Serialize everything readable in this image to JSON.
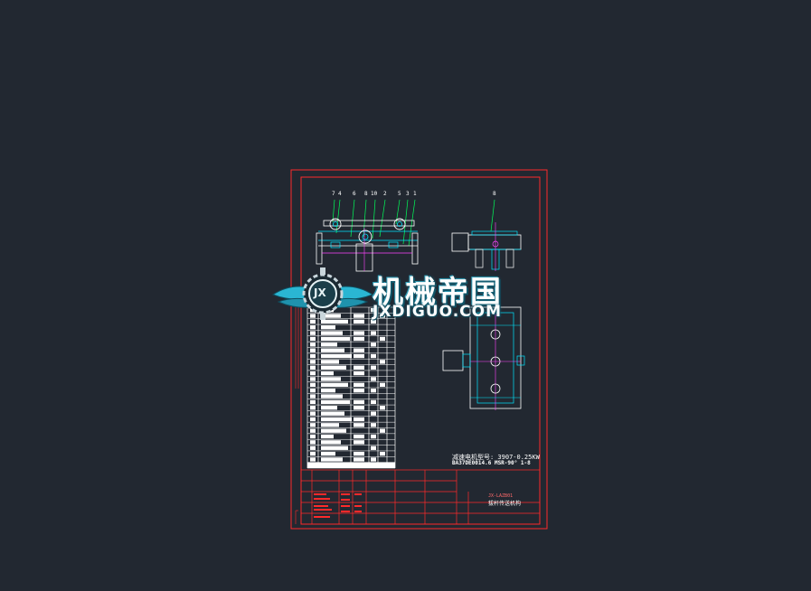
{
  "drawing": {
    "balloons_left": [
      "7",
      "4",
      "6",
      "8",
      "10",
      "2",
      "5",
      "3",
      "1"
    ],
    "balloon_right": "8",
    "note_line1": "减速电机型号: 3907-0.25KW",
    "note_line2": "BA37DE0014.6   MSR-90°  1-8",
    "title_block_name": "拔杆传送机构",
    "title_block_code": "JX-LAZB01"
  },
  "watermark": {
    "cn": "机械帝国",
    "en": "JXDIGUO.COM",
    "logo_text": "JX"
  },
  "colors": {
    "background": "#222831",
    "frame": "#ff2a2a",
    "outline": "#ffffff",
    "cyan": "#00e5ff",
    "green": "#00ff5a",
    "magenta": "#ff44ff"
  }
}
